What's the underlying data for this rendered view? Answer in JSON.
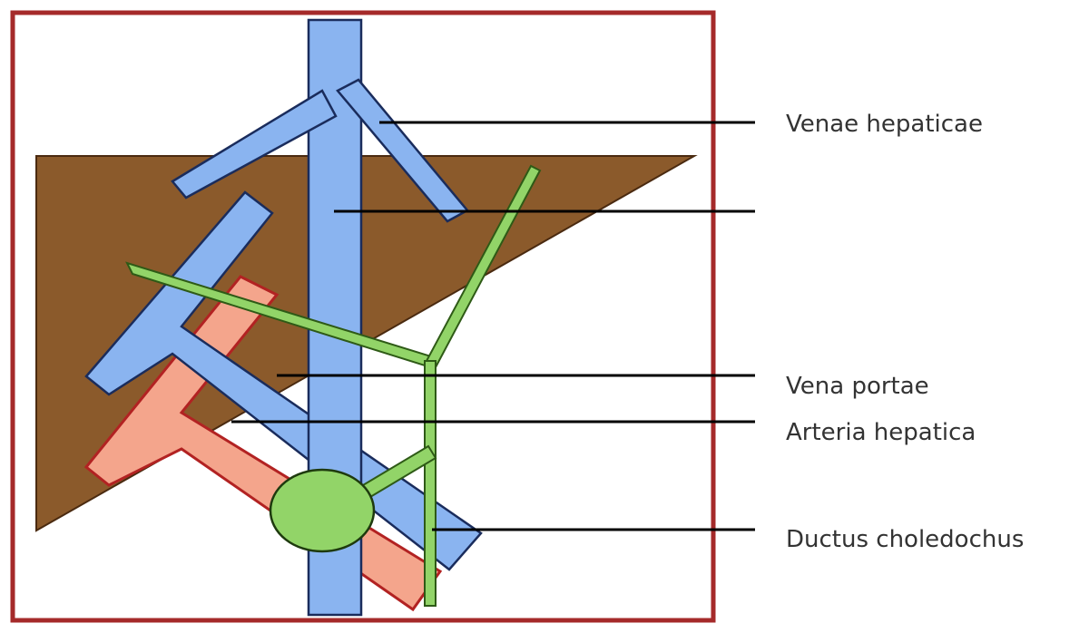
{
  "labels": {
    "venae_hepaticae": "Venae hepaticae",
    "unlabeled": "",
    "vena_portae": "Vena portae",
    "arteria_hepatica": "Arteria hepatica",
    "ductus_choledochus": "Ductus choledochus"
  },
  "colors": {
    "frame": "#A52A2A",
    "liver": "#8B5A2B",
    "vein": "#8AB4F0",
    "artery": "#F4A58C",
    "bile": "#92D468",
    "outline": "#1A2C5C",
    "leader": "#000000",
    "text": "#333333"
  }
}
